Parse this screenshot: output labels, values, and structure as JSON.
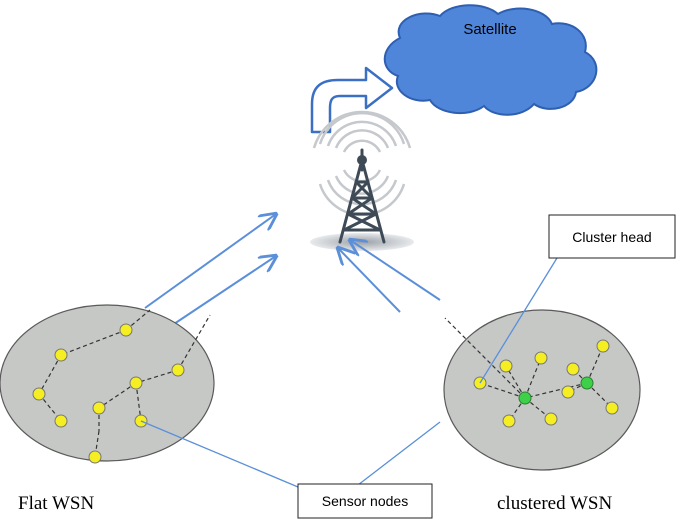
{
  "labels": {
    "satellite": "Satellite",
    "cluster_head": "Cluster head",
    "sensor_nodes": "Sensor nodes",
    "flat_wsn": "Flat WSN",
    "clustered_wsn": "clustered WSN"
  },
  "colors": {
    "cloud_fill": "#4f86d9",
    "cloud_stroke": "#2e5fb0",
    "arrow_blue": "#5b8fd9",
    "ellipse_fill": "#c6c8c6",
    "sensor_node": "#f4ee22",
    "cluster_head_node": "#3fd04a",
    "tower_dark": "#3e4b57"
  },
  "icons": [
    "satellite-cloud",
    "communication-tower-icon",
    "upload-arrow-icon"
  ]
}
